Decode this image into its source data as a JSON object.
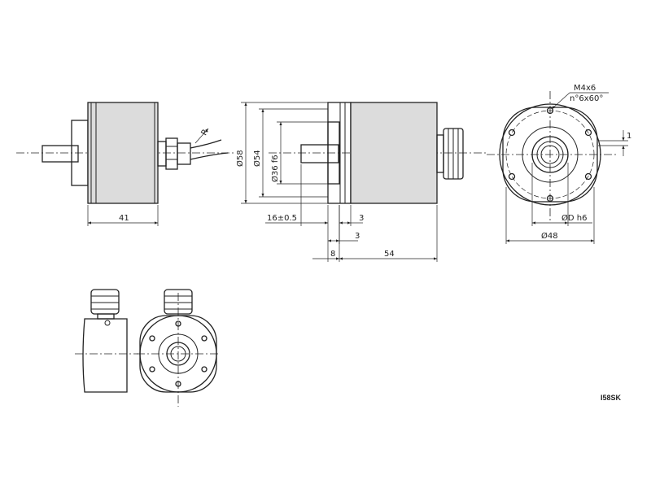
{
  "labels": {
    "dim_41": "41",
    "dim_58": "Ø58",
    "dim_54d": "Ø54",
    "dim_36": "Ø36 f6",
    "dim_16": "16±0.5",
    "dim_3a": "3",
    "dim_3b": "3",
    "dim_8": "8",
    "dim_54": "54",
    "thread": "M4x6",
    "holes": "n°6x60°",
    "dim_Dh6": "ØD h6",
    "dim_48": "Ø48",
    "dim_1": "1",
    "radius": "R",
    "model_code": "I58SK"
  }
}
